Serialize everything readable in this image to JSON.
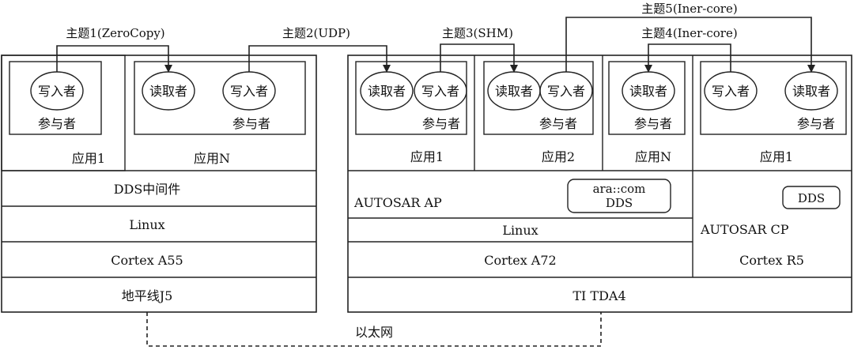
{
  "topics": {
    "t1": "主题1(ZeroCopy)",
    "t2": "主题2(UDP)",
    "t3": "主题3(SHM)",
    "t4": "主题4(Iner-core)",
    "t5": "主题5(Iner-core)"
  },
  "roles": {
    "writer": "写入者",
    "reader": "读取者",
    "participant": "参与者"
  },
  "left_board": {
    "app1": "应用1",
    "appN": "应用N",
    "middleware": "DDS中间件",
    "os": "Linux",
    "cpu": "Cortex A55",
    "soc": "地平线J5"
  },
  "right_board": {
    "app1": "应用1",
    "app2": "应用2",
    "appN": "应用N",
    "cp_app1": "应用1",
    "ap_label": "AUTOSAR AP",
    "ap_stack_line1": "ara::com",
    "ap_stack_line2": "DDS",
    "cp_dds": "DDS",
    "cp_label": "AUTOSAR CP",
    "os": "Linux",
    "cpu_a72": "Cortex A72",
    "cpu_r5": "Cortex R5",
    "soc": "TI TDA4"
  },
  "network": "以太网"
}
